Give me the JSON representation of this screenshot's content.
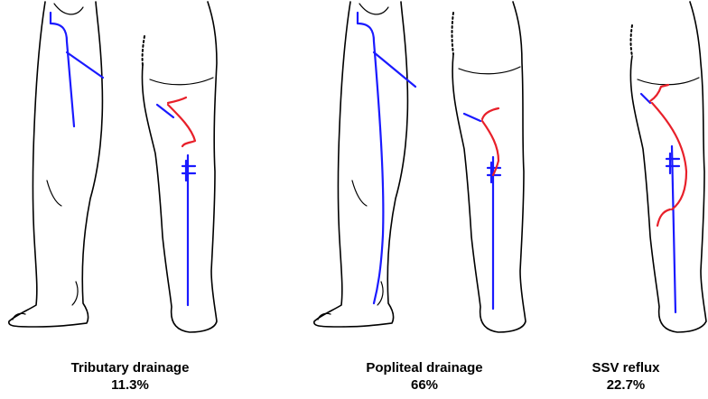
{
  "colors": {
    "deep_vein": "#1a1aff",
    "reflux_vein": "#e8202a",
    "outline": "#000000"
  },
  "panels": [
    {
      "title": "Tributary drainage",
      "value": "11.3%"
    },
    {
      "title": "Popliteal drainage",
      "value": "66%"
    },
    {
      "title": "SSV reflux",
      "value": "22.7%"
    }
  ]
}
